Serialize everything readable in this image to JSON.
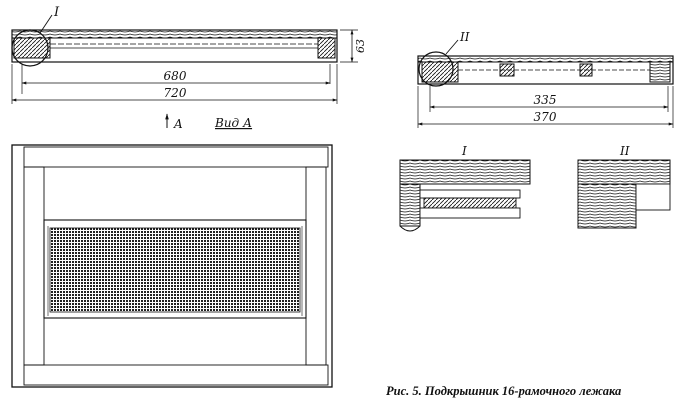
{
  "drawing": {
    "callout_1": "I",
    "callout_2": "II",
    "top_left_view": {
      "dim_inner": "680",
      "dim_outer": "720",
      "dim_height": "63"
    },
    "top_right_view": {
      "dim_inner": "335",
      "dim_outer": "370"
    },
    "view_arrow_label": "A",
    "view_label": "Вид А",
    "detail_1_label": "I",
    "detail_2_label": "II"
  },
  "caption": "Рис. 5. Подкрышник 16-рамочного лежака"
}
